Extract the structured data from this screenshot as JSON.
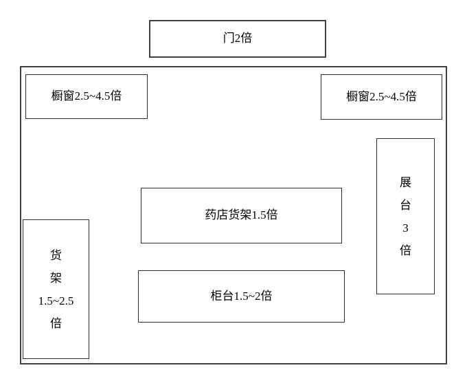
{
  "diagram": {
    "door": {
      "label": "门2倍"
    },
    "window_left": {
      "label": "橱窗2.5~4.5倍"
    },
    "window_right": {
      "label": "橱窗2.5~4.5倍"
    },
    "pharmacy_shelf": {
      "label": "药店货架1.5倍"
    },
    "counter": {
      "label": "柜台1.5~2倍"
    },
    "shelf": {
      "lines": [
        "货",
        "架",
        "1.5~2.5",
        "倍"
      ]
    },
    "display_stand": {
      "lines": [
        "展",
        "台",
        "3",
        "倍"
      ]
    },
    "colors": {
      "border": "#2e2e2e",
      "outline": "#3f3f3f",
      "background": "#ffffff",
      "text": "#000000"
    }
  }
}
